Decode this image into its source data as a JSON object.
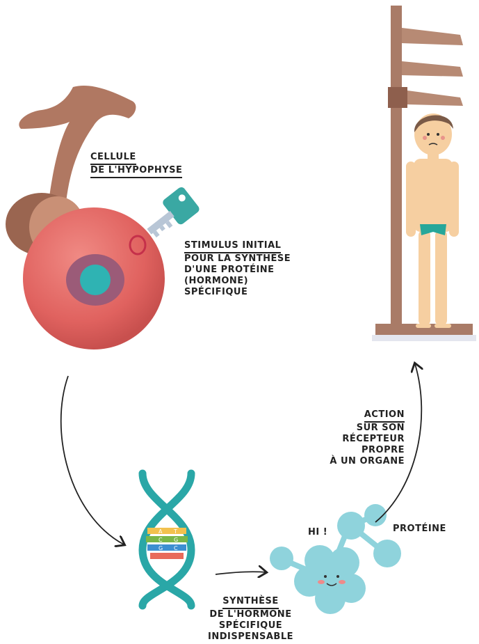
{
  "labels": {
    "cell": [
      "Cellule",
      "de l'hypophyse"
    ],
    "stimulus": [
      "Stimulus initial",
      "pour la synthèse",
      "d'une protéine",
      "(hormone)",
      "spécifique"
    ],
    "action": [
      "Action",
      "sur son",
      "récepteur",
      "propre",
      "à un organe"
    ],
    "synthese": [
      "Synthèse",
      "de l'hormone",
      "spécifique",
      "indispensable"
    ],
    "proteine": "Protéine",
    "hi": "Hi !",
    "dna_letters": [
      "A",
      "T",
      "C",
      "G",
      "G",
      "C"
    ]
  },
  "colors": {
    "cell": "#e0625f",
    "cell_nucleus": "#9b5b78",
    "nucleolus": "#2fb3b3",
    "pituitary": "#b07862",
    "key": "#3aa8a3",
    "dna": "#2aa7a7",
    "protein": "#8fd3dc",
    "ruler": "#a97b67",
    "skin": "#f6cfa1",
    "briefs": "#26a79a"
  }
}
